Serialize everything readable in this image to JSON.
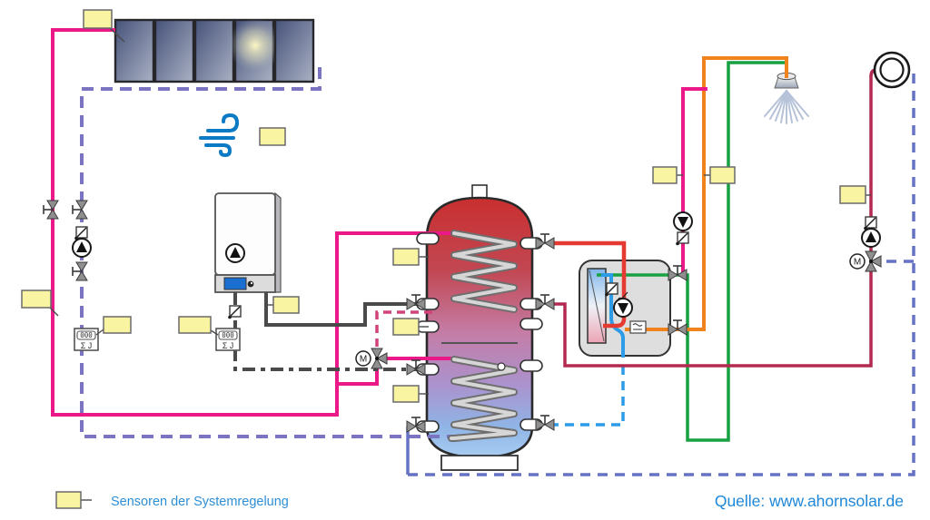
{
  "legend": {
    "label": "Sensoren der Systemregelung"
  },
  "source": {
    "label": "Quelle: www.ahornsolar.de"
  },
  "heat_meter": {
    "display": "000",
    "unit": "Σ J"
  },
  "mixing_valve": {
    "label": "M"
  },
  "colors": {
    "solar_flow": "#ea1889",
    "solar_return": "#7b74c2",
    "boiler_line": "#4a4a4a",
    "loading": "#d1437a",
    "dhw_supply": "#e53a31",
    "warm_water": "#f0831c",
    "circulation": "#18a142",
    "circulation_return": "#b22a50",
    "cold_water": "#6672c4",
    "cold_water_bright": "#2d9ce8",
    "sensor_box": "#f8f4a2",
    "sensor_label": "#2e8fd6",
    "source_label": "#1f87d8",
    "tank_hot": "#c92f2f",
    "tank_cold": "#a8cdf2"
  },
  "icons": {
    "wind-icon": "blue breeze swirl",
    "shower-icon": "shower head with spray",
    "pump-icon": "circle with triangle",
    "valve-icon": "bowtie shutoff valve",
    "mixing-valve-motor-icon": "3-way valve with M motor",
    "check-valve-icon": "square with diagonal flap",
    "heat-meter-icon": "counter box with sum of joules",
    "water-meter-icon": "double circle",
    "sensor-box": "yellow rectangle sensor"
  }
}
